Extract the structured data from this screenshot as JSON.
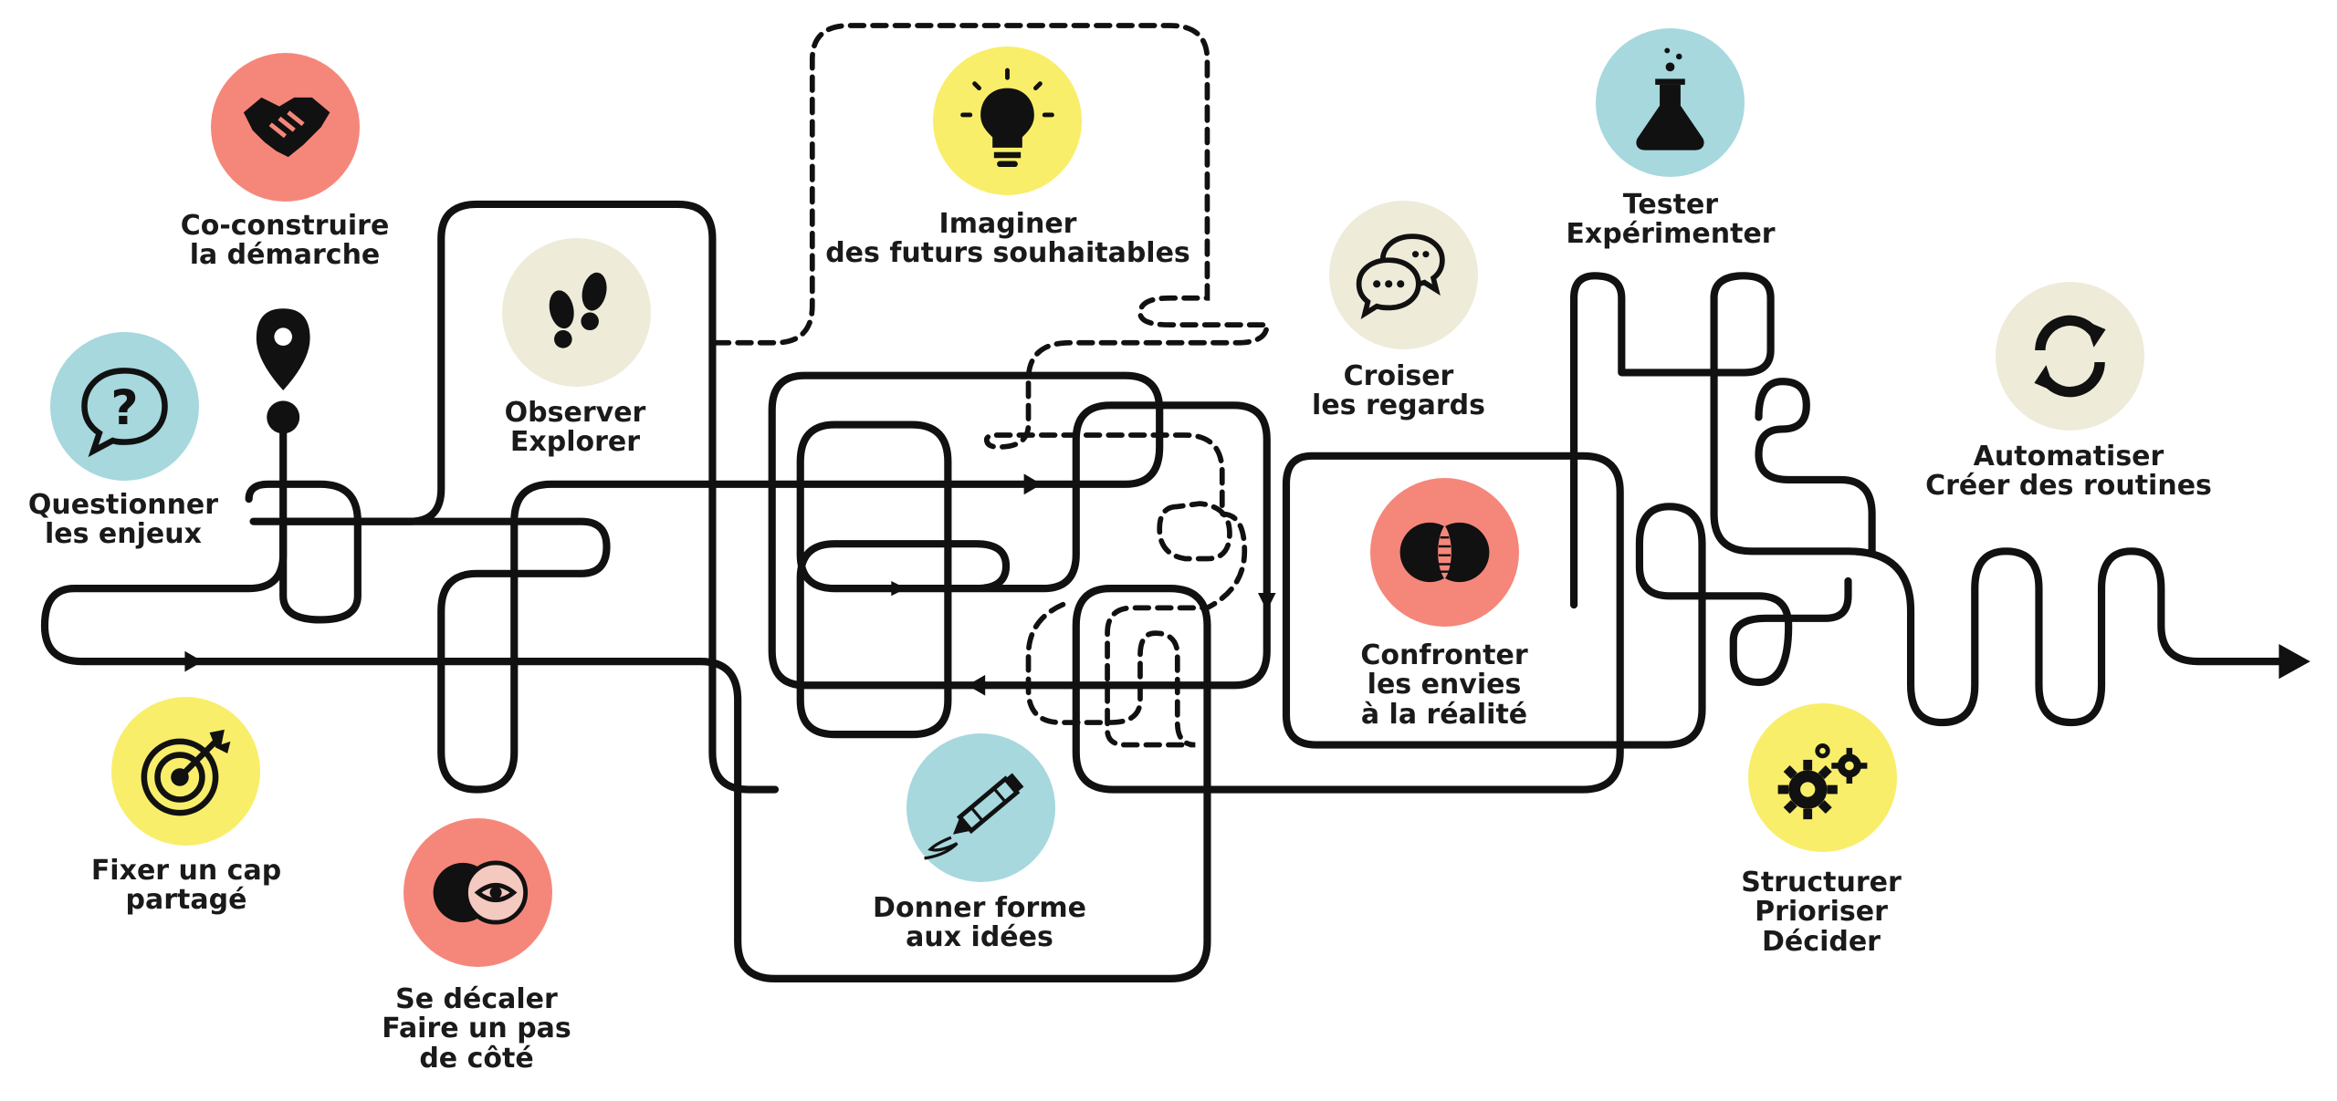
{
  "colors": {
    "line": "#111111",
    "coral": "#F5877A",
    "yellow": "#F8EE6A",
    "blue": "#A6D8DE",
    "beige": "#EEEBD9"
  },
  "steps": [
    {
      "key": "questionner",
      "icon": "question-bubble-icon",
      "color": "blue",
      "lines": [
        "Questionner",
        "les enjeux"
      ]
    },
    {
      "key": "coconstruire",
      "icon": "handshake-icon",
      "color": "coral",
      "lines": [
        "Co-construire",
        "la démarche"
      ]
    },
    {
      "key": "observer",
      "icon": "footprints-icon",
      "color": "beige",
      "lines": [
        "Observer",
        "Explorer"
      ]
    },
    {
      "key": "imaginer",
      "icon": "lightbulb-icon",
      "color": "yellow",
      "lines": [
        "Imaginer",
        "des futurs souhaitables"
      ]
    },
    {
      "key": "croiser",
      "icon": "chat-bubbles-icon",
      "color": "beige",
      "lines": [
        "Croiser",
        "les regards"
      ]
    },
    {
      "key": "tester",
      "icon": "flask-icon",
      "color": "blue",
      "lines": [
        "Tester",
        "Expérimenter"
      ]
    },
    {
      "key": "automatiser",
      "icon": "refresh-icon",
      "color": "beige",
      "lines": [
        "Automatiser",
        "Créer des routines"
      ]
    },
    {
      "key": "confronter",
      "icon": "venn-dna-icon",
      "color": "coral",
      "lines": [
        "Confronter",
        "les envies",
        "à la réalité"
      ]
    },
    {
      "key": "fixer",
      "icon": "target-icon",
      "color": "yellow",
      "lines": [
        "Fixer un cap",
        "partagé"
      ]
    },
    {
      "key": "decaler",
      "icon": "eye-overlap-icon",
      "color": "coral",
      "lines": [
        "Se décaler",
        "Faire un pas",
        "de côté"
      ]
    },
    {
      "key": "donner",
      "icon": "pencil-icon",
      "color": "blue",
      "lines": [
        "Donner forme",
        "aux  idées"
      ]
    },
    {
      "key": "structurer",
      "icon": "gears-icon",
      "color": "yellow",
      "lines": [
        "Structurer",
        "Prioriser",
        "Décider"
      ]
    }
  ]
}
